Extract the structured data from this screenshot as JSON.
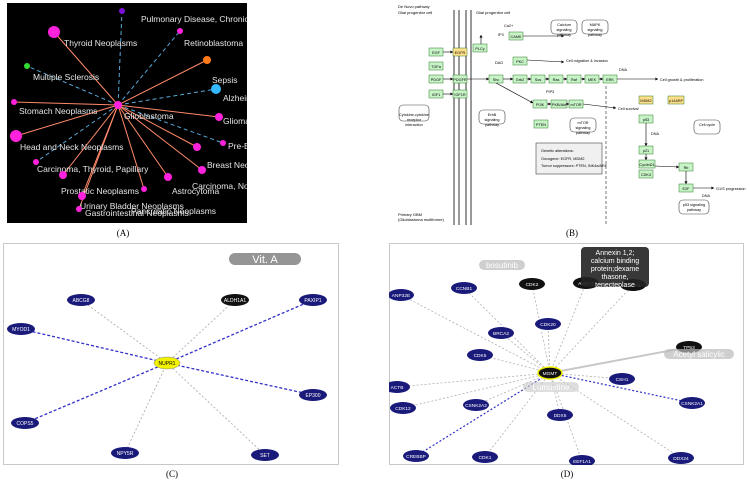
{
  "captions": {
    "a": "(A)",
    "b": "(B)",
    "c": "(C)",
    "d": "(D)"
  },
  "panel_a": {
    "hub": "Glioblastoma",
    "nodes": [
      {
        "label": "Pulmonary Disease, Chronic Obstructive",
        "color": "#7a10d8"
      },
      {
        "label": "Thyroid Neoplasms",
        "color": "#ff22dd"
      },
      {
        "label": "Retinoblastoma",
        "color": "#ff22dd"
      },
      {
        "label": "Sepsis",
        "color": "#ff7a1a"
      },
      {
        "label": "Multiple Sclerosis",
        "color": "#33dd33"
      },
      {
        "label": "Alzheimer Disease",
        "color": "#33b8ff"
      },
      {
        "label": "Stomach Neoplasms",
        "color": "#ff22dd"
      },
      {
        "label": "Glioma",
        "color": "#ff22dd"
      },
      {
        "label": "Pre-Eclampsia",
        "color": "#ff22dd"
      },
      {
        "label": "Head and Neck Neoplasms",
        "color": "#ff22dd"
      },
      {
        "label": "Breast Neoplasms",
        "color": "#ff22dd"
      },
      {
        "label": "Carcinoma, Thyroid, Papillary",
        "color": "#ff22dd"
      },
      {
        "label": "Carcinoma, Non-Small-Cell Lung",
        "color": "#ff22dd"
      },
      {
        "label": "Prostatic Neoplasms",
        "color": "#ff22dd"
      },
      {
        "label": "Astrocytoma",
        "color": "#ff22dd"
      },
      {
        "label": "Urinary Bladder Neoplasms",
        "color": "#ff22dd"
      },
      {
        "label": "Pancreatic Neoplasms",
        "color": "#ff22dd"
      },
      {
        "label": "Gastrointestinal Neoplasms",
        "color": "#ff22dd"
      }
    ]
  },
  "panel_b": {
    "left_cell": "De Novo pathway\nGlial progenitor cell",
    "mid_cell": "Glial progenitor cell",
    "ligands": [
      "EGF",
      "TGFa",
      "PDGF",
      "IGF1"
    ],
    "receptors": [
      "EGFR",
      "PDGFR",
      "IGF1R"
    ],
    "genes": [
      "PLCγ",
      "PKC",
      "CAMK",
      "Shc",
      "Grb2",
      "Sos",
      "Ras",
      "Raf",
      "MEK",
      "ERK",
      "PI3K",
      "PKB/Akt",
      "mTOR",
      "PTEN",
      "p53",
      "MDM2",
      "p14ARF",
      "p21",
      "CDK4",
      "CyclinD1",
      "Rb",
      "E2F"
    ],
    "small": [
      "IP3",
      "DAG",
      "Ca2+",
      "PIP3",
      "DNA",
      "DNA",
      "DNA"
    ],
    "boxes": [
      "Calcium signaling pathway",
      "MAPK signaling pathway",
      "Cytokine-cytokine receptor interaction",
      "ErbB signaling pathway",
      "mTOR signaling pathway",
      "Cell cycle",
      "p53 signaling pathway"
    ],
    "outputs": [
      "Cell migration & invasion",
      "Cell growth & proliferation",
      "Cell survival",
      "G1/S progression"
    ],
    "primary": "Primary GBM\n(Glioblastoma multiforme)",
    "genetic": {
      "title": "Genetic alterations:",
      "lines": [
        "Oncogene: EGFR, MDM2",
        "Tumor suppressors: PTEN, INK4a/ARF"
      ]
    }
  },
  "panel_c": {
    "hub": "NUPR1",
    "label": "Vit. A",
    "nodes": [
      "ABCG8",
      "ALDH1A1",
      "PAXIP1",
      "MYOD1",
      "EP300",
      "COPS5",
      "NPY5R",
      "SET"
    ]
  },
  "panel_d": {
    "hub": "MGMT",
    "annotations": {
      "annexin": "Annexin 1,2; calcium binding protein;dexame thasone, tenecteplase",
      "bosutinib": "bosutinib",
      "acetyl": "Acetyl salicylic",
      "hub_drug": "Lomustine"
    },
    "nodes": [
      "ANP32E",
      "CCNB1",
      "CDK2",
      "ANXA2",
      "ANXA1",
      "BRCA2",
      "CDK20",
      "TP53",
      "CDK5",
      "ACTB",
      "CSH1",
      "CDK12",
      "CSNK2A2",
      "DDX5",
      "CSNK2A1",
      "CREBBP",
      "CDK1",
      "EEF1A1",
      "DDX24"
    ]
  }
}
